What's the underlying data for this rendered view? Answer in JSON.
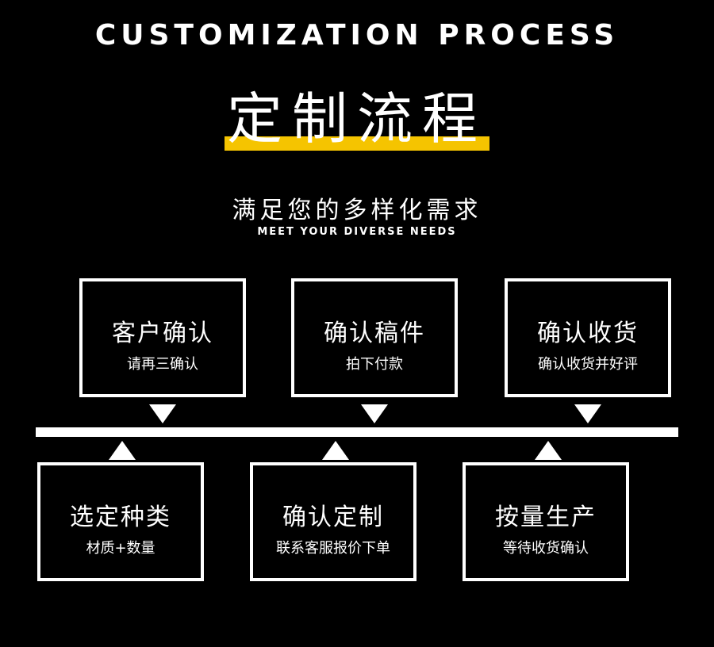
{
  "header": {
    "title_en": "CUSTOMIZATION PROCESS",
    "title_cn": "定制流程",
    "subtitle_cn": "满足您的多样化需求",
    "subtitle_en": "MEET YOUR DIVERSE NEEDS"
  },
  "colors": {
    "background": "#000000",
    "foreground": "#ffffff",
    "accent": "#f5c400"
  },
  "steps_top": [
    {
      "title": "客户确认",
      "sub": "请再三确认"
    },
    {
      "title": "确认稿件",
      "sub": "拍下付款"
    },
    {
      "title": "确认收货",
      "sub": "确认收货并好评"
    }
  ],
  "steps_bottom": [
    {
      "title": "选定种类",
      "sub": "材质+数量"
    },
    {
      "title": "确认定制",
      "sub": "联系客服报价下单"
    },
    {
      "title": "按量生产",
      "sub": "等待收货确认"
    }
  ]
}
